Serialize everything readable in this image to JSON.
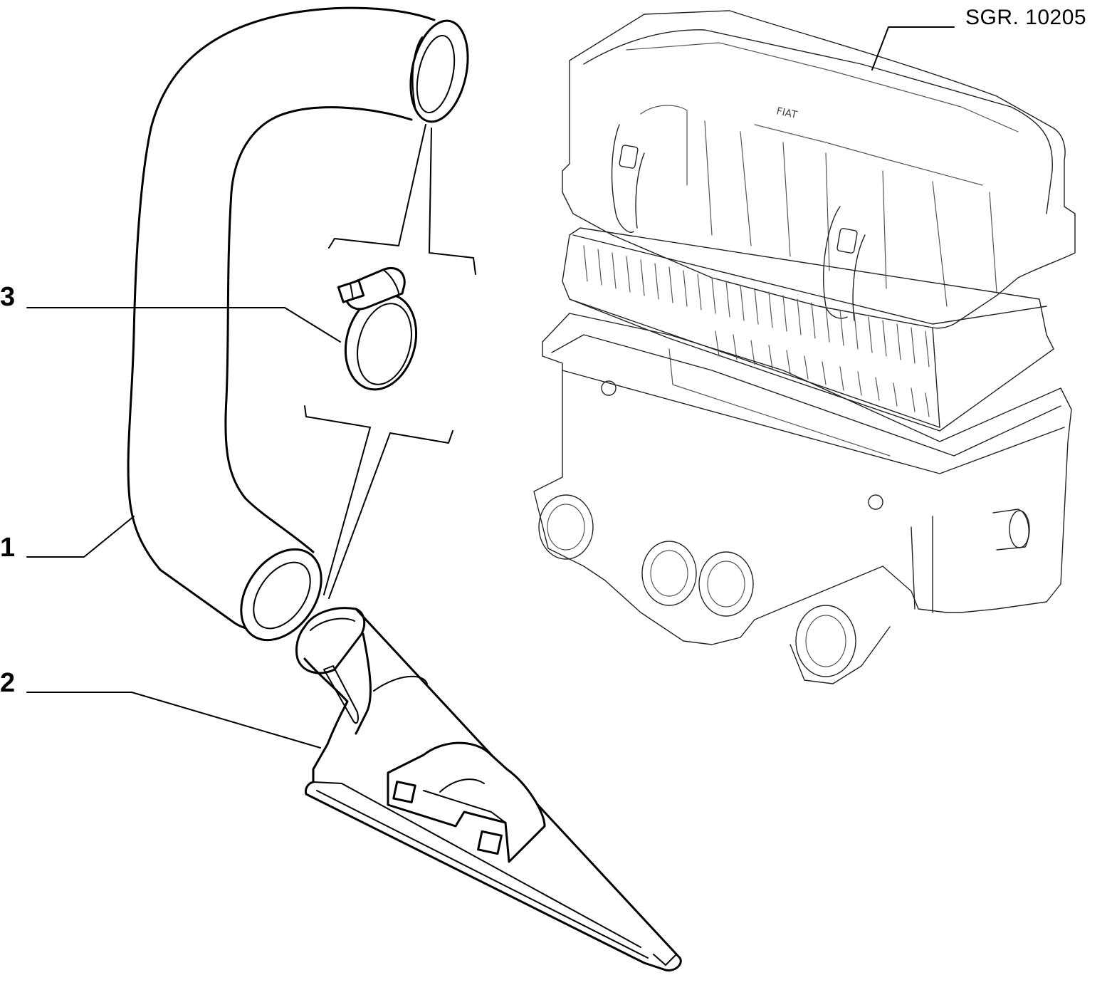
{
  "drawing": {
    "reference_code": "SGR. 10205",
    "line_color": "#000000",
    "background_color": "#ffffff"
  },
  "callouts": [
    {
      "number": "1",
      "part": "intake-hose"
    },
    {
      "number": "2",
      "part": "air-intake-duct"
    },
    {
      "number": "3",
      "part": "hose-clamp"
    }
  ],
  "air_filter_housing_lettering": "FIAT"
}
